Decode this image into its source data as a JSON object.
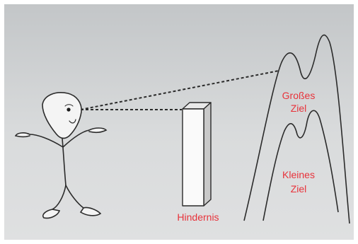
{
  "labels": {
    "big_target_line1": "Großes",
    "big_target_line2": "Ziel",
    "small_target_line1": "Kleines",
    "small_target_line2": "Ziel",
    "obstacle": "Hindernis"
  },
  "colors": {
    "label_color": "#e8323a",
    "background": "#d6d8d9",
    "line_color": "#2b2b2b"
  }
}
